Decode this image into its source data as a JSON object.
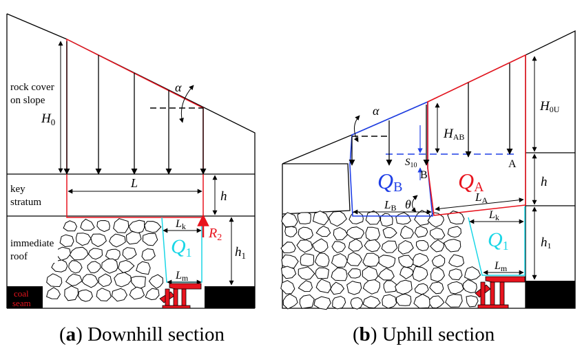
{
  "panel_a": {
    "caption_prefix": "(",
    "caption_letter": "a",
    "caption_suffix": ") Downhill section",
    "layer_labels": {
      "rock_cover_line1": "rock cover",
      "rock_cover_line2": "on slope",
      "key_stratum_line1": "key",
      "key_stratum_line2": "stratum",
      "immediate_roof_line1": "immediate",
      "immediate_roof_line2": "roof",
      "coal_seam_line1": "coal",
      "coal_seam_line2": "seam"
    },
    "labels": {
      "H0": "H",
      "H0_sub": "0",
      "alpha": "α",
      "L": "L",
      "h": "h",
      "Lk": "L",
      "Lk_sub": "k",
      "R2": "R",
      "R2_sub": "2",
      "Q1": "Q",
      "Q1_sub": "1",
      "h1": "h",
      "h1_sub": "1",
      "Lm": "L",
      "Lm_sub": "m"
    }
  },
  "panel_b": {
    "caption_prefix": "(",
    "caption_letter": "b",
    "caption_suffix": ") Uphill section",
    "labels": {
      "alpha": "α",
      "H0U": "H",
      "H0U_sub": "0U",
      "HAB": "H",
      "HAB_sub": "AB",
      "S10": "S",
      "S10_sub": "10",
      "B": "B",
      "A": "A",
      "QB": "Q",
      "QB_sub": "B",
      "QA": "Q",
      "QA_sub": "A",
      "h": "h",
      "theta": "θ",
      "LB": "L",
      "LB_sub": "B",
      "LA": "L",
      "LA_sub": "A",
      "Lk": "L",
      "Lk_sub": "k",
      "Q1": "Q",
      "Q1_sub": "1",
      "h1": "h",
      "h1_sub": "1",
      "Lm": "L",
      "Lm_sub": "m"
    }
  },
  "colors": {
    "red": "#e8141e",
    "blue": "#1f3fe6",
    "cyan": "#19d6e6",
    "black": "#000000",
    "coal": "#000000"
  }
}
